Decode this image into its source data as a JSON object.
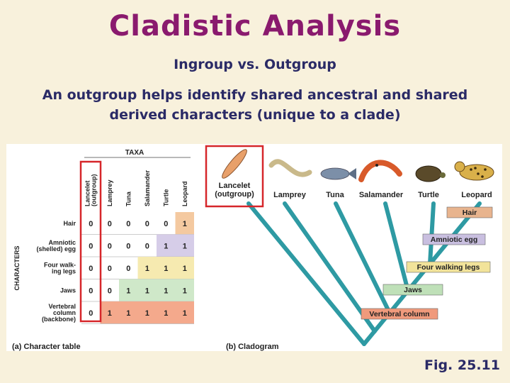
{
  "title": "Cladistic Analysis",
  "subtitle": "Ingroup vs. Outgroup",
  "description": "An outgroup helps identify shared ancestral and shared derived characters (unique to a clade)",
  "figure_ref": "Fig. 25.11",
  "character_table": {
    "caption": "(a) Character table",
    "taxa_header": "TAXA",
    "characters_header": "CHARACTERS",
    "taxa": [
      {
        "label": "Lancelet\n(outgroup)",
        "color": "#ffffff"
      },
      {
        "label": "Lamprey",
        "color": "#ffffff"
      },
      {
        "label": "Tuna",
        "color": "#ffffff"
      },
      {
        "label": "Salamander",
        "color": "#ffffff"
      },
      {
        "label": "Turtle",
        "color": "#ffffff"
      },
      {
        "label": "Leopard",
        "color": "#ffffff"
      }
    ],
    "characters": [
      {
        "label": "Hair",
        "values": [
          "0",
          "0",
          "0",
          "0",
          "0",
          "1"
        ],
        "highlight_from": 5,
        "color": "#f4c9a0"
      },
      {
        "label": "Amniotic\n(shelled) egg",
        "values": [
          "0",
          "0",
          "0",
          "0",
          "1",
          "1"
        ],
        "highlight_from": 4,
        "color": "#d6cde8"
      },
      {
        "label": "Four walk-\ning legs",
        "values": [
          "0",
          "0",
          "0",
          "1",
          "1",
          "1"
        ],
        "highlight_from": 3,
        "color": "#f6eab0"
      },
      {
        "label": "Jaws",
        "values": [
          "0",
          "0",
          "1",
          "1",
          "1",
          "1"
        ],
        "highlight_from": 2,
        "color": "#cfe8c9"
      },
      {
        "label": "Vertebral\ncolumn\n(backbone)",
        "values": [
          "0",
          "1",
          "1",
          "1",
          "1",
          "1"
        ],
        "highlight_from": 1,
        "color": "#f4a98c"
      }
    ]
  },
  "cladogram": {
    "caption": "(b) Cladogram",
    "taxa": [
      {
        "label": "Lancelet\n(outgroup)",
        "icon": "lancelet-icon"
      },
      {
        "label": "Lamprey",
        "icon": "lamprey-icon"
      },
      {
        "label": "Tuna",
        "icon": "tuna-icon"
      },
      {
        "label": "Salamander",
        "icon": "salamander-icon"
      },
      {
        "label": "Turtle",
        "icon": "turtle-icon"
      },
      {
        "label": "Leopard",
        "icon": "leopard-icon"
      }
    ],
    "characters": [
      {
        "label": "Hair",
        "color": "#e8b48e"
      },
      {
        "label": "Amniotic egg",
        "color": "#c9bfe0"
      },
      {
        "label": "Four walking legs",
        "color": "#f2e39a"
      },
      {
        "label": "Jaws",
        "color": "#bfe0b8"
      },
      {
        "label": "Vertebral column",
        "color": "#f09a7c"
      }
    ],
    "branch_color": "#2e9aa3",
    "highlight_color": "#d6262a"
  }
}
